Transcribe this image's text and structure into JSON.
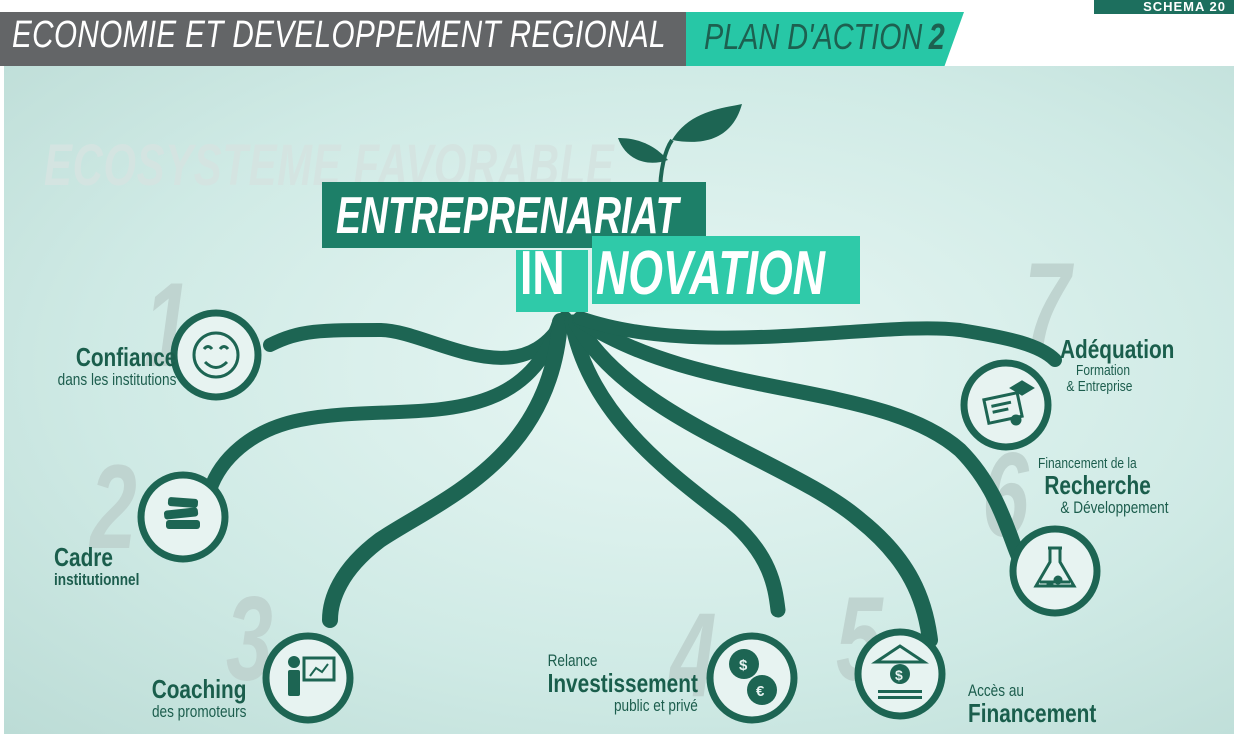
{
  "corner_tag": "SCHEMA 20",
  "header": {
    "title": "ECONOMIE ET DEVELOPPEMENT REGIONAL",
    "plan_label": "PLAN D'ACTION",
    "plan_number": "2"
  },
  "background_heading": "ECOSYSTEME FAVORABLE",
  "center_title": {
    "line1": "ENTREPRENARIAT",
    "prefix": "IN",
    "suffix": "NOVATION"
  },
  "items": [
    {
      "number": "1",
      "title": "Confiance",
      "subtitle": "dans les institutions",
      "icon": "smiley-icon"
    },
    {
      "number": "2",
      "title": "Cadre",
      "subtitle": "institutionnel",
      "icon": "books-icon"
    },
    {
      "number": "3",
      "title": "Coaching",
      "subtitle": "des promoteurs",
      "icon": "presentation-icon"
    },
    {
      "number": "4",
      "pre": "Relance",
      "title": "Investissement",
      "subtitle": "public et privé",
      "icon": "coins-icon"
    },
    {
      "number": "5",
      "pre": "Accès au",
      "title": "Financement",
      "icon": "bank-icon"
    },
    {
      "number": "6",
      "pre": "Financement de la",
      "title": "Recherche",
      "subtitle": "& Développement",
      "icon": "flask-icon"
    },
    {
      "number": "7",
      "title": "Adéquation",
      "subtitle": "Formation",
      "subtitle2": "& Entreprise",
      "icon": "diploma-icon"
    }
  ],
  "colors": {
    "dark_green": "#1d6f5e",
    "accent_green": "#2fcaa9",
    "header_gray": "#636567"
  }
}
